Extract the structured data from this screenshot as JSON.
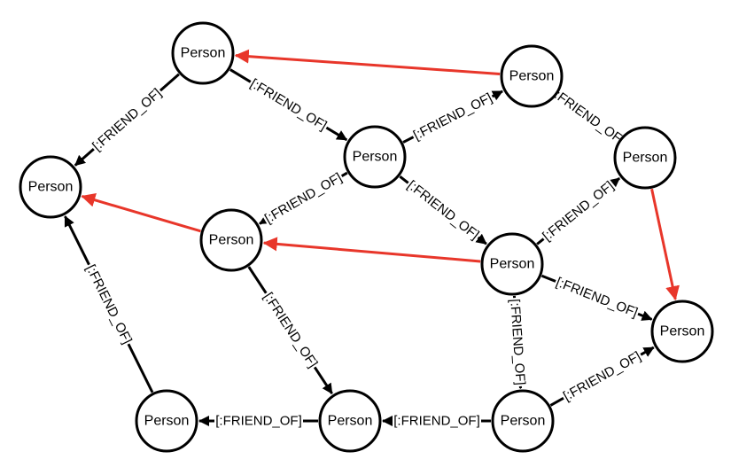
{
  "colors": {
    "edge_default": "#000000",
    "edge_highlight": "#e8362a",
    "node_fill": "#ffffff",
    "node_stroke": "#000000"
  },
  "nodes": [
    {
      "id": "n1",
      "label": "Person"
    },
    {
      "id": "n2",
      "label": "Person"
    },
    {
      "id": "n3",
      "label": "Person"
    },
    {
      "id": "n4",
      "label": "Person"
    },
    {
      "id": "n5",
      "label": "Person"
    },
    {
      "id": "n6",
      "label": "Person"
    },
    {
      "id": "n7",
      "label": "Person"
    },
    {
      "id": "n8",
      "label": "Person"
    },
    {
      "id": "n9",
      "label": "Person"
    },
    {
      "id": "n10",
      "label": "Person"
    },
    {
      "id": "n11",
      "label": "Person"
    }
  ],
  "edges": [
    {
      "from": "n1",
      "to": "n2",
      "label": "[:FRIEND_OF]",
      "highlight": false
    },
    {
      "from": "n1",
      "to": "n3",
      "label": "[:FRIEND_OF]",
      "highlight": false
    },
    {
      "from": "n3",
      "to": "n4",
      "label": "[:FRIEND_OF]",
      "highlight": false
    },
    {
      "from": "n3",
      "to": "n5",
      "label": "[:FRIEND_OF]",
      "highlight": false
    },
    {
      "from": "n3",
      "to": "n6",
      "label": "[:FRIEND_OF]",
      "highlight": false
    },
    {
      "from": "n4",
      "to": "n7",
      "label": "[:FRIEND_OF]",
      "highlight": false
    },
    {
      "from": "n6",
      "to": "n7",
      "label": "[:FRIEND_OF]",
      "highlight": false
    },
    {
      "from": "n6",
      "to": "n8",
      "label": "[:FRIEND_OF]",
      "highlight": false
    },
    {
      "from": "n6",
      "to": "n9",
      "label": "[:FRIEND_OF]",
      "highlight": false
    },
    {
      "from": "n9",
      "to": "n8",
      "label": "[:FRIEND_OF]",
      "highlight": false
    },
    {
      "from": "n5",
      "to": "n10",
      "label": "[:FRIEND_OF]",
      "highlight": false
    },
    {
      "from": "n9",
      "to": "n10",
      "label": "[:FRIEND_OF]",
      "highlight": false
    },
    {
      "from": "n10",
      "to": "n11",
      "label": "[:FRIEND_OF]",
      "highlight": false
    },
    {
      "from": "n11",
      "to": "n2",
      "label": "[:FRIEND_OF]",
      "highlight": false
    },
    {
      "from": "n4",
      "to": "n1",
      "label": "",
      "highlight": true
    },
    {
      "from": "n5",
      "to": "n2",
      "label": "",
      "highlight": true
    },
    {
      "from": "n6",
      "to": "n5",
      "label": "",
      "highlight": true
    },
    {
      "from": "n7",
      "to": "n8",
      "label": "",
      "highlight": true
    }
  ]
}
